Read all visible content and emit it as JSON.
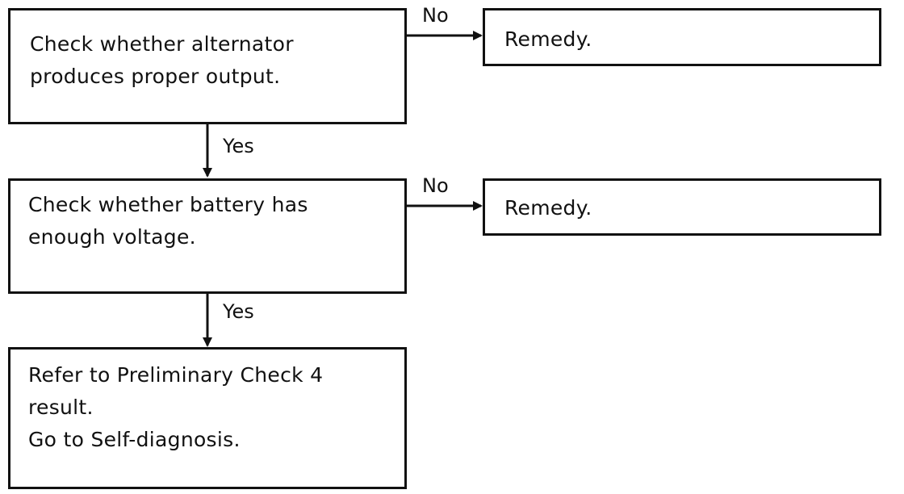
{
  "flow": {
    "step1": {
      "line1": "Check whether alternator",
      "line2": "produces proper output."
    },
    "remedy1": "Remedy.",
    "step2": {
      "line1": "Check whether battery has",
      "line2": "enough voltage."
    },
    "remedy2": "Remedy.",
    "step3": {
      "line1": "Refer to Preliminary Check 4",
      "line2": "result.",
      "line3": "Go to Self-diagnosis."
    },
    "no_label_1": "No",
    "no_label_2": "No",
    "yes_label_1": "Yes",
    "yes_label_2": "Yes"
  }
}
